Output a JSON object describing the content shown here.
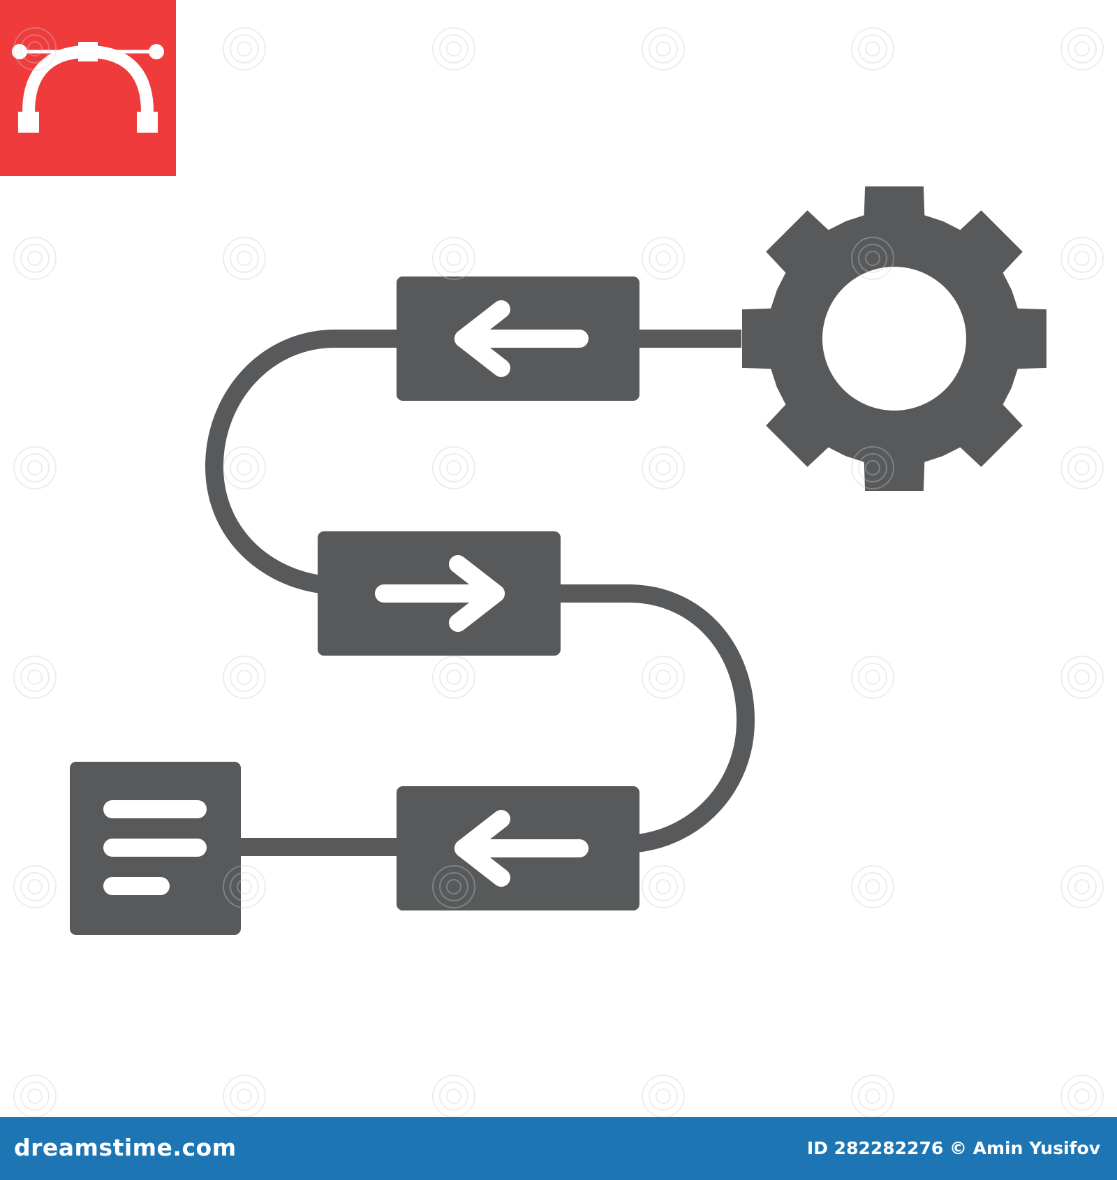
{
  "colors": {
    "icon_fill": "#58595b",
    "icon_knockout": "#ffffff",
    "badge_background": "#ef3b3c",
    "badge_symbol": "#ffffff",
    "footer_background": "#1d76b3",
    "footer_text": "#ffffff"
  },
  "badge": {
    "icon": "bezier-curve-icon"
  },
  "diagram": {
    "icons": {
      "gear": "gear-icon",
      "document": "document-lines-icon",
      "left_arrow": "arrow-left-icon",
      "right_arrow": "arrow-right-icon"
    },
    "flow_steps": [
      {
        "element": "gear",
        "direction": "start"
      },
      {
        "element": "box",
        "direction": "left"
      },
      {
        "element": "box",
        "direction": "right"
      },
      {
        "element": "box",
        "direction": "left"
      },
      {
        "element": "document",
        "direction": "end"
      }
    ]
  },
  "footer": {
    "site": "dreamstime.com",
    "credit": "ID 282282276 © Amin Yusifov"
  }
}
